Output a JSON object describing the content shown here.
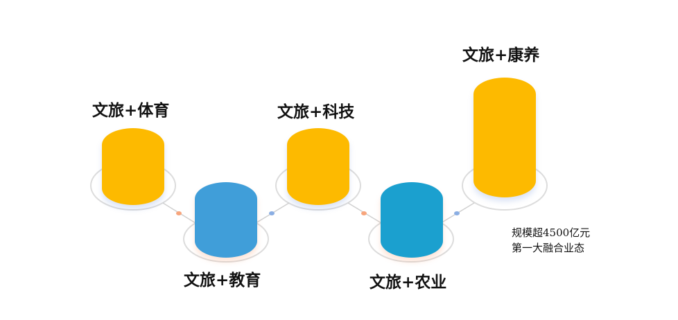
{
  "items": [
    {
      "label": "文旅+体育",
      "color": "#fdba00"
    },
    {
      "label": "文旅+教育",
      "color": "#409ed9"
    },
    {
      "label": "文旅+科技",
      "color": "#fdba00"
    },
    {
      "label": "文旅+农业",
      "color": "#1ba0cf"
    },
    {
      "label": "文旅+康养",
      "color": "#fdba00"
    }
  ],
  "note": {
    "line1": "规模超4500亿元",
    "line2": "第一大融合业态"
  },
  "colors": {
    "ring": "#dcdcdc",
    "dot_orange": "#f7a57c",
    "dot_blue": "#8aaee3"
  }
}
